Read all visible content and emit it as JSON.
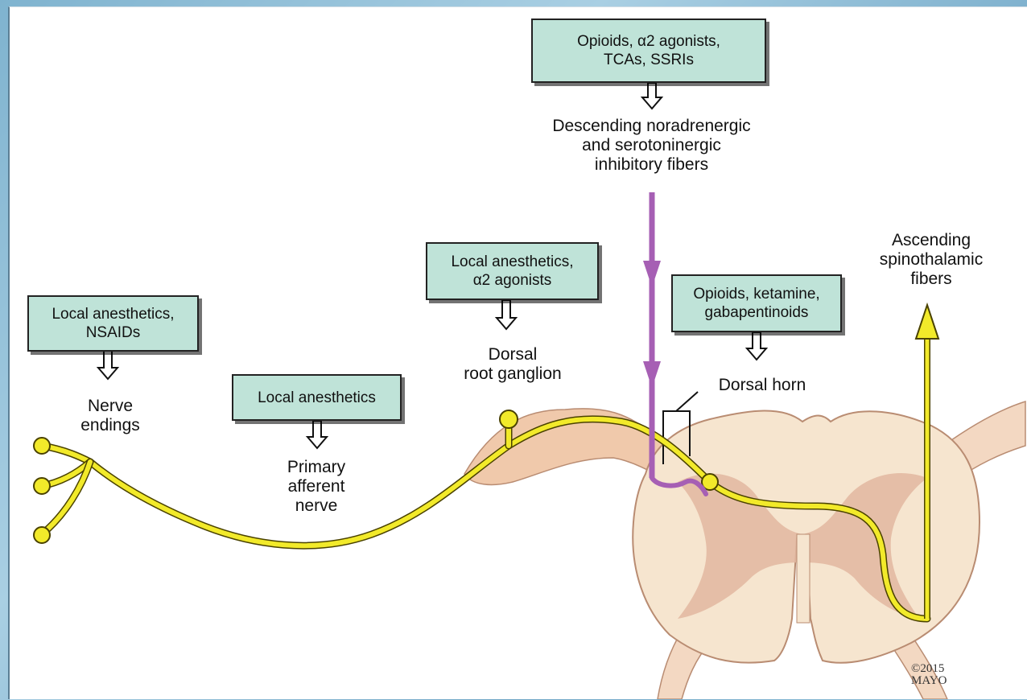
{
  "drug_boxes": {
    "descending": [
      "Opioids, α2 agonists,",
      "TCAs, SSRIs"
    ],
    "drg": [
      "Local anesthetics,",
      "α2 agonists"
    ],
    "dorsal_horn": [
      "Opioids, ketamine,",
      "gabapentinoids"
    ],
    "nerve_endings": [
      "Local anesthetics,",
      "NSAIDs"
    ],
    "primary_afferent": [
      "Local anesthetics"
    ]
  },
  "labels": {
    "descending_fibers": [
      "Descending noradrenergic",
      "and serotoninergic",
      "inhibitory fibers"
    ],
    "ascending_fibers": [
      "Ascending",
      "spinothalamic",
      "fibers"
    ],
    "dorsal_root_ganglion": [
      "Dorsal",
      "root ganglion"
    ],
    "dorsal_horn": [
      "Dorsal horn"
    ],
    "nerve_endings": [
      "Nerve",
      "endings"
    ],
    "primary_afferent_nerve": [
      "Primary",
      "afferent",
      "nerve"
    ]
  },
  "copyright": [
    "©2015",
    "MAYO"
  ],
  "colors": {
    "box_fill": "#bfe3d8",
    "nerve_yellow": "#f2ea2a",
    "descending_purple": "#a65fb4",
    "cord_cream": "#f6e5cf",
    "gray_matter": "#e2b7a0"
  }
}
